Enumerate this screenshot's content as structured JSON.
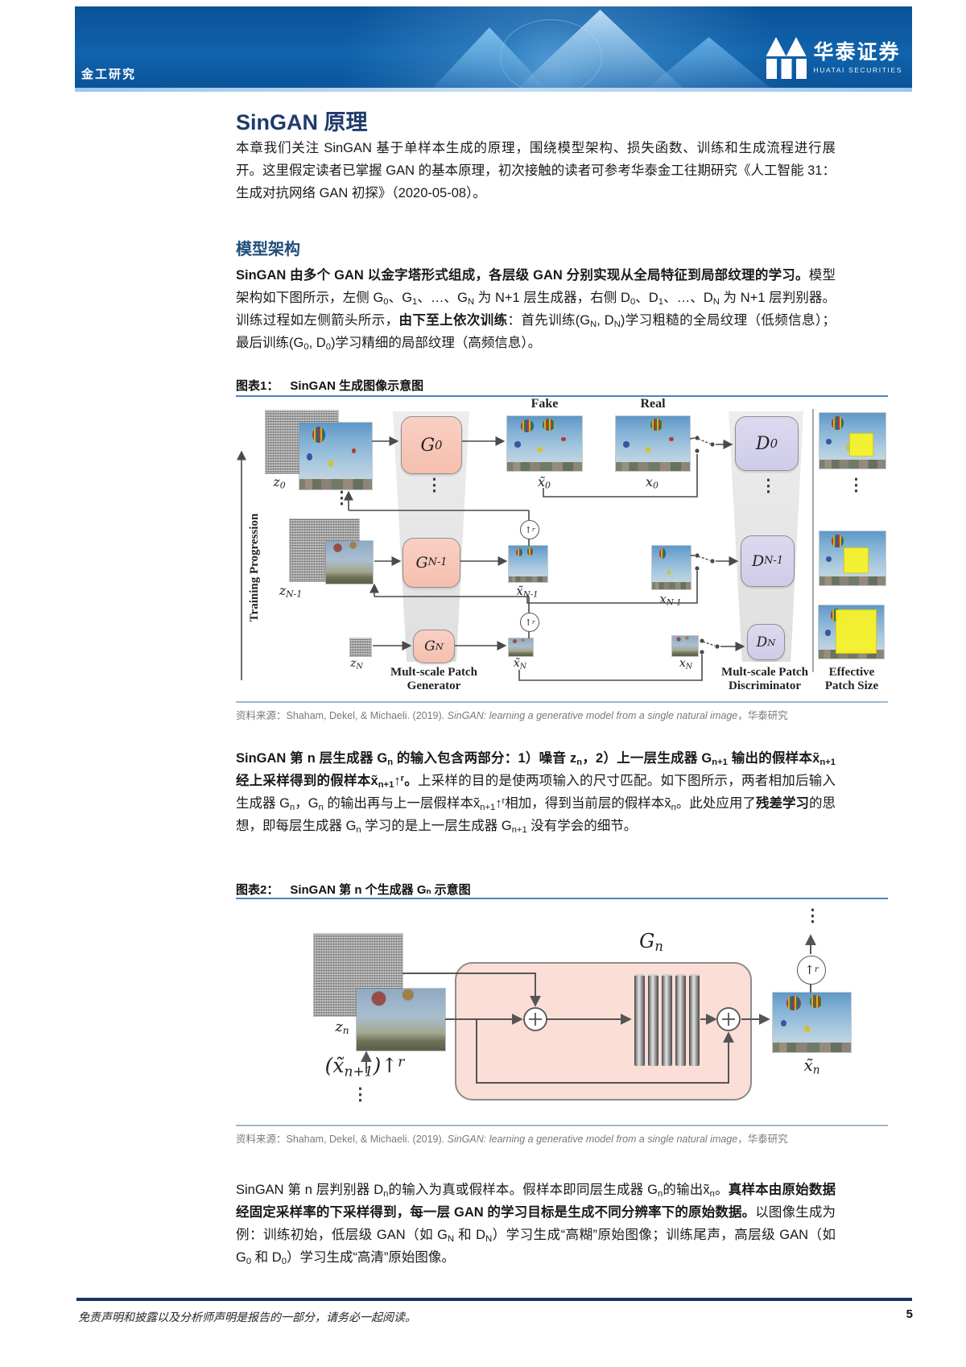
{
  "header": {
    "category": "金工研究",
    "brand": "华泰证券",
    "brand_en": "HUATAI SECURITIES"
  },
  "doc": {
    "title": "SinGAN 原理"
  },
  "intro": {
    "text": "本章我们关注 SinGAN 基于单样本生成的原理，围绕模型架构、损失函数、训练和生成流程进行展开。这里假定读者已掌握 GAN 的基本原理，初次接触的读者可参考华泰金工往期研究《人工智能 31：生成对抗网络 GAN 初探》（2020-05-08）。"
  },
  "model_section": {
    "heading": "模型架构",
    "para_html": "<b>SinGAN 由多个 GAN 以金字塔形式组成，各层级 GAN 分别实现从全局特征到局部纹理的学习。</b>模型架构如下图所示，左侧 G<sub>0</sub>、G<sub>1</sub>、…、G<sub>N</sub> 为 N+1 层生成器，右侧 D<sub>0</sub>、D<sub>1</sub>、…、D<sub>N</sub> 为 N+1 层判别器。训练过程如左侧箭头所示，<b>由下至上依次训练</b>：首先训练(G<sub>N</sub>, D<sub>N</sub>)学习粗糙的全局纹理（低频信息）；最后训练(G<sub>0</sub>, D<sub>0</sub>)学习精细的局部纹理（高频信息）。"
  },
  "figure1": {
    "caption_no": "图表1：",
    "caption_title": "SinGAN 生成图像示意图",
    "labels": {
      "fake": "Fake",
      "real": "Real",
      "z0": "z<sub>0</sub>",
      "zN1": "z<sub>N-1</sub>",
      "zN": "z<sub>N</sub>",
      "g0": "G<sub>0</sub>",
      "gN1": "G<sub>N-1</sub>",
      "gN": "G<sub>N</sub>",
      "xf0": "x̃<sub>0</sub>",
      "xfN1": "x̃<sub>N-1</sub>",
      "xfN": "x̃<sub>N</sub>",
      "x0": "x<sub>0</sub>",
      "xN1": "x<sub>N-1</sub>",
      "xN": "x<sub>N</sub>",
      "d0": "D<sub>0</sub>",
      "dN1": "D<sub>N-1</sub>",
      "dN": "D<sub>N</sub>",
      "upsample": "↑<sup>r</sup>",
      "training": "Training Progression",
      "gen_line1": "Mult-scale Patch",
      "gen_line2": "Generator",
      "disc_line1": "Mult-scale Patch",
      "disc_line2": "Discriminator",
      "eff_line1": "Effective",
      "eff_line2": "Patch Size"
    },
    "source": {
      "prefix": "资料来源：",
      "text": "Shaham, Dekel, & Michaeli. (2019). ",
      "italic": "SinGAN: learning a generative model from a single natural image",
      "suffix": "，华泰研究"
    }
  },
  "generator_para": {
    "html": "<b>SinGAN 第 n 层生成器 G<sub>n</sub> 的输入包含两部分：1）噪音 z<sub>n</sub>，2）上一层生成器 G<sub>n+1</sub> 输出的假样本x̃<sub>n+1</sub>经上采样得到的假样本x̃<sub>n+1</sub>↑<sup>r</sup>。</b>上采样的目的是使两项输入的尺寸匹配。如下图所示，两者相加后输入生成器 G<sub>n</sub>，G<sub>n</sub> 的输出再与上一层假样本x̃<sub>n+1</sub>↑<sup>r</sup>相加，得到当前层的假样本x̃<sub>n</sub>。此处应用了<b>残差学习</b>的思想，即每层生成器 G<sub>n</sub> 学习的是上一层生成器 G<sub>n+1</sub> 没有学会的细节。"
  },
  "figure2": {
    "caption_no": "图表2：",
    "caption_title": "SinGAN 第 n 个生成器 Gₙ 示意图",
    "labels": {
      "gn": "G<sub>n</sub>",
      "zn": "z<sub>n</sub>",
      "input": "(x̃<sub>n+1</sub>)↑<sup>r</sup>",
      "output": "x̃<sub>n</sub>",
      "upsample": "↑<sup>r</sup>"
    },
    "source": {
      "prefix": "资料来源：",
      "text": "Shaham, Dekel, & Michaeli. (2019). ",
      "italic": "SinGAN: learning a generative model from a single natural image",
      "suffix": "，华泰研究"
    }
  },
  "discriminator_para": {
    "html": "SinGAN 第 n 层判别器 D<sub>n</sub>的输入为真或假样本。假样本即同层生成器 G<sub>n</sub>的输出x̃<sub>n</sub>。<b>真样本由原始数据经固定采样率的下采样得到，每一层 GAN 的学习目标是生成不同分辨率下的原始数据。</b>以图像生成为例：训练初始，低层级 GAN（如 G<sub>N</sub> 和 D<sub>N</sub>）学习生成“高糊”原始图像；训练尾声，高层级 GAN（如 G<sub>0</sub> 和 D<sub>0</sub>）学习生成“高清”原始图像。"
  },
  "footer": {
    "disclaimer": "免责声明和披露以及分析师声明是报告的一部分，请务必一起阅读。",
    "page": "5"
  }
}
